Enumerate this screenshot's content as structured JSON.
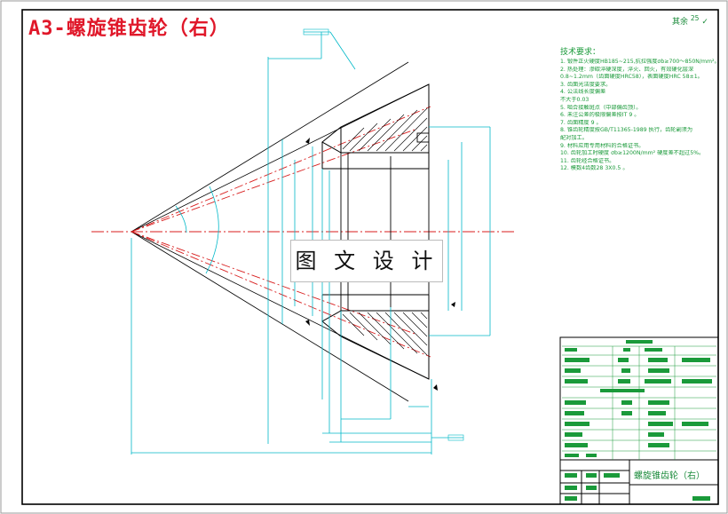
{
  "title": "A3-螺旋锥齿轮（右）",
  "roughness_mark": "其余",
  "roughness_value": "25",
  "watermark": "图 文 设 计",
  "tech": {
    "heading": "技术要求：",
    "lines": [
      "1. 锻件正火硬度HB185~215,抗拉强度σb≥700～850N/mm²。",
      "2. 热处理：渗碳淬硬深度，淬火、回火，有效硬化层深",
      "   0.8~1.2mm（齿面硬度HRC58），表面硬度HRC 58±1。",
      "3. 齿面光洁度要求。",
      "4. 公法线长度偏差",
      "   不大于0.03",
      "5. 啮合接触斑点（中部偏齿顶）。",
      "6. 未注公差的极限偏差按IT 9 。",
      "7. 齿面精度 9 。",
      "8. 锥齿轮精度按GB/T11365-1989 执行，齿轮副须为",
      "   配对加工。",
      "9. 材料应用专用材料的合格证书。",
      "10. 齿轮加工时硬度 σb≥1200N/mm² 硬度差不超过5%。",
      "11. 齿轮经合格证书。",
      "12. 模数4齿数28 3X0.5 。"
    ]
  },
  "title_block": {
    "part_name": "螺旋锥齿轮（右）"
  },
  "colors": {
    "frame": "#000000",
    "dimension": "#00b8c8",
    "centerline": "#d81e1e",
    "geometry": "#000000",
    "note_text": "#1a9a3a",
    "title": "#e0182a"
  }
}
